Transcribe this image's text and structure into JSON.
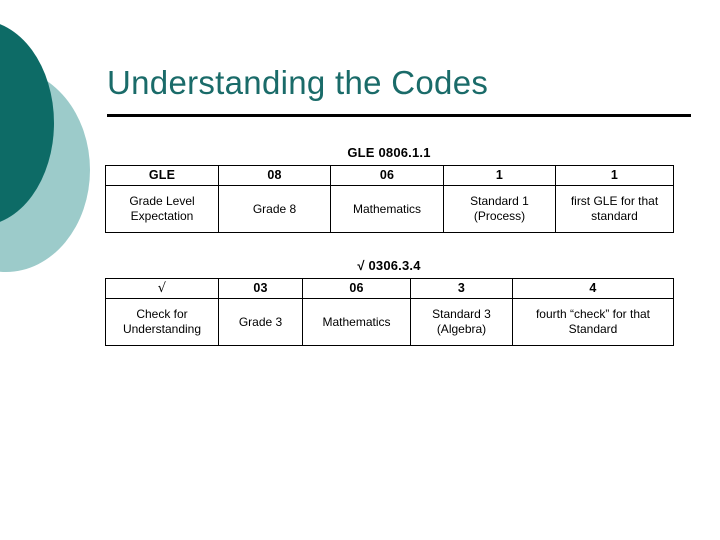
{
  "slide": {
    "title": "Understanding the Codes",
    "title_color": "#1a6b69",
    "rule_color": "#000000",
    "background": "#ffffff",
    "decoration": {
      "dark_ellipse_color": "#0d6b66",
      "light_ellipse_color": "#9ccbca"
    }
  },
  "tables": [
    {
      "caption": "GLE 0806.1.1",
      "columns": [
        {
          "code": "GLE",
          "meaning_line1": "Grade Level",
          "meaning_line2": "Expectation"
        },
        {
          "code": "08",
          "meaning_line1": "Grade 8",
          "meaning_line2": ""
        },
        {
          "code": "06",
          "meaning_line1": "Mathematics",
          "meaning_line2": ""
        },
        {
          "code": "1",
          "meaning_line1": "Standard 1",
          "meaning_line2": "(Process)"
        },
        {
          "code": "1",
          "meaning_line1": "first GLE for that",
          "meaning_line2": "standard"
        }
      ]
    },
    {
      "caption": "√ 0306.3.4",
      "columns": [
        {
          "code": "√",
          "meaning_line1": "Check for",
          "meaning_line2": "Understanding"
        },
        {
          "code": "03",
          "meaning_line1": "Grade 3",
          "meaning_line2": ""
        },
        {
          "code": "06",
          "meaning_line1": "Mathematics",
          "meaning_line2": ""
        },
        {
          "code": "3",
          "meaning_line1": "Standard 3",
          "meaning_line2": "(Algebra)"
        },
        {
          "code": "4",
          "meaning_line1": "fourth “check” for that",
          "meaning_line2": "Standard"
        }
      ]
    }
  ]
}
